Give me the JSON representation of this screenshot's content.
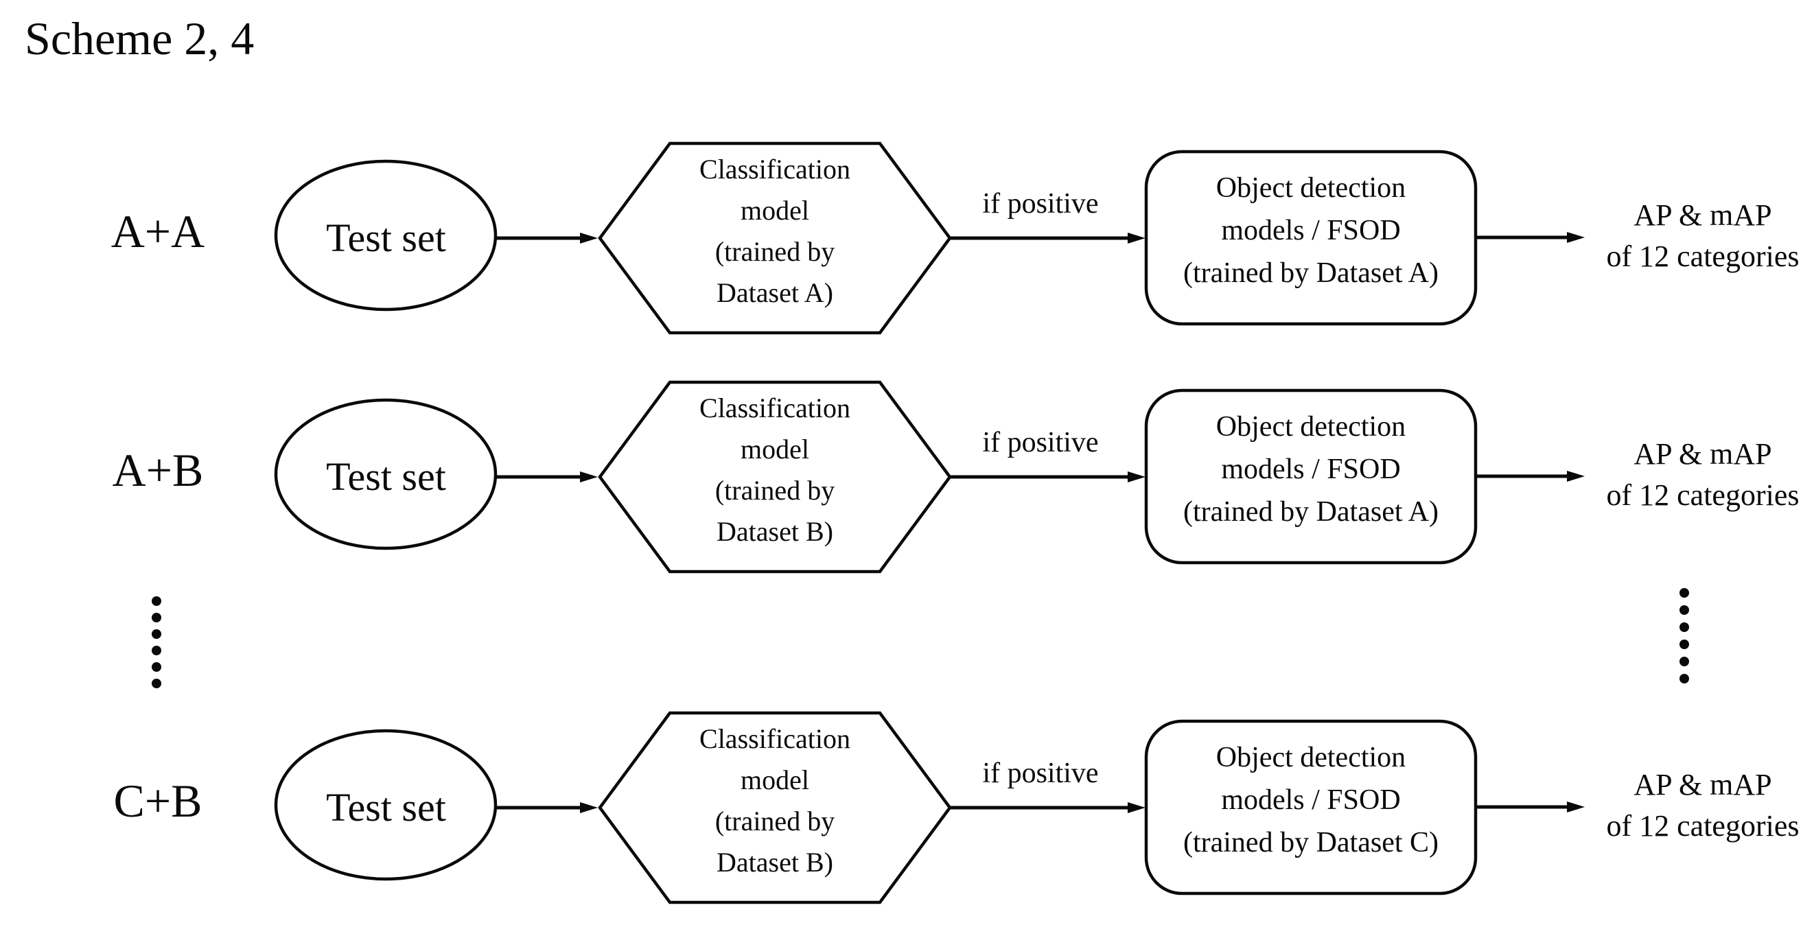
{
  "title": "Scheme 2, 4",
  "colors": {
    "ink": "#0a0a0a",
    "background": "#ffffff"
  },
  "rows": [
    {
      "label": "A+A",
      "test_set_label": "Test set",
      "classifier": {
        "lines": [
          "Classification",
          "model",
          "(trained by",
          "Dataset A)"
        ]
      },
      "condition_label": "if positive",
      "detector": {
        "lines": [
          "Object detection",
          "models / FSOD",
          "(trained by Dataset A)"
        ]
      },
      "output": {
        "lines": [
          "AP & mAP",
          "of 12 categories"
        ]
      }
    },
    {
      "label": "A+B",
      "test_set_label": "Test set",
      "classifier": {
        "lines": [
          "Classification",
          "model",
          "(trained by",
          "Dataset B)"
        ]
      },
      "condition_label": "if positive",
      "detector": {
        "lines": [
          "Object detection",
          "models / FSOD",
          "(trained by Dataset A)"
        ]
      },
      "output": {
        "lines": [
          "AP & mAP",
          "of 12 categories"
        ]
      }
    },
    {
      "label": "C+B",
      "test_set_label": "Test set",
      "classifier": {
        "lines": [
          "Classification",
          "model",
          "(trained by",
          "Dataset B)"
        ]
      },
      "condition_label": "if positive",
      "detector": {
        "lines": [
          "Object detection",
          "models / FSOD",
          "(trained by Dataset C)"
        ]
      },
      "output": {
        "lines": [
          "AP & mAP",
          "of 12 categories"
        ]
      }
    }
  ],
  "ellipsis_dots": {
    "left_count": 6,
    "right_count": 6
  }
}
